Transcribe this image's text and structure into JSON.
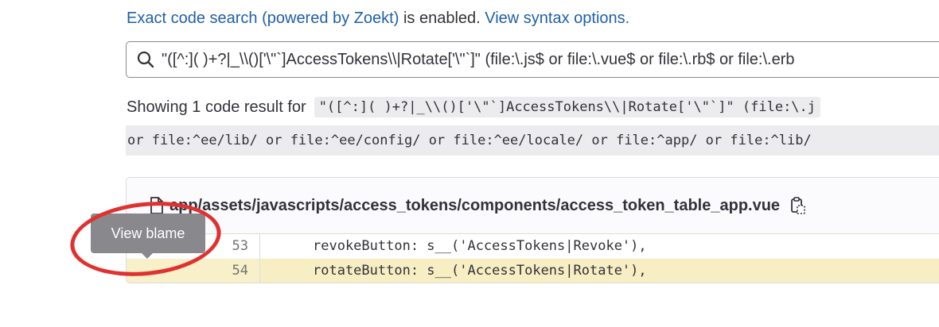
{
  "search_info": {
    "lead": "Exact code search (powered by Zoekt)",
    "middle": " is enabled. ",
    "link": "View syntax options."
  },
  "search": {
    "value": "\"([^:]( )+?|_\\\\()['\\\"`]AccessTokens\\\\|Rotate['\\\"`]\" (file:\\.js$ or file:\\.vue$ or file:\\.rb$ or file:\\.erb"
  },
  "results": {
    "label": "Showing 1 code result for",
    "query_start": "\"([^:]( )+?|_\\\\()['\\\"`]AccessTokens\\\\|Rotate['\\\"`]\" (file:\\.j",
    "query_cont": "or file:^ee/lib/ or file:^ee/config/ or file:^ee/locale/ or file:^app/ or file:^lib/"
  },
  "result_card": {
    "file_path": "app/assets/javascripts/access_tokens/components/access_token_table_app.vue",
    "lines": [
      {
        "number": "53",
        "code": "revokeButton: s__('AccessTokens|Revoke'),",
        "highlighted": false
      },
      {
        "number": "54",
        "code": "rotateButton: s__('AccessTokens|Rotate'),",
        "highlighted": true
      }
    ]
  },
  "tooltip": {
    "text": "View blame"
  },
  "colors": {
    "link": "#1f5fa8",
    "highlight": "#f7eec4",
    "annotation": "#e03131",
    "tooltip_bg": "#89888d"
  }
}
